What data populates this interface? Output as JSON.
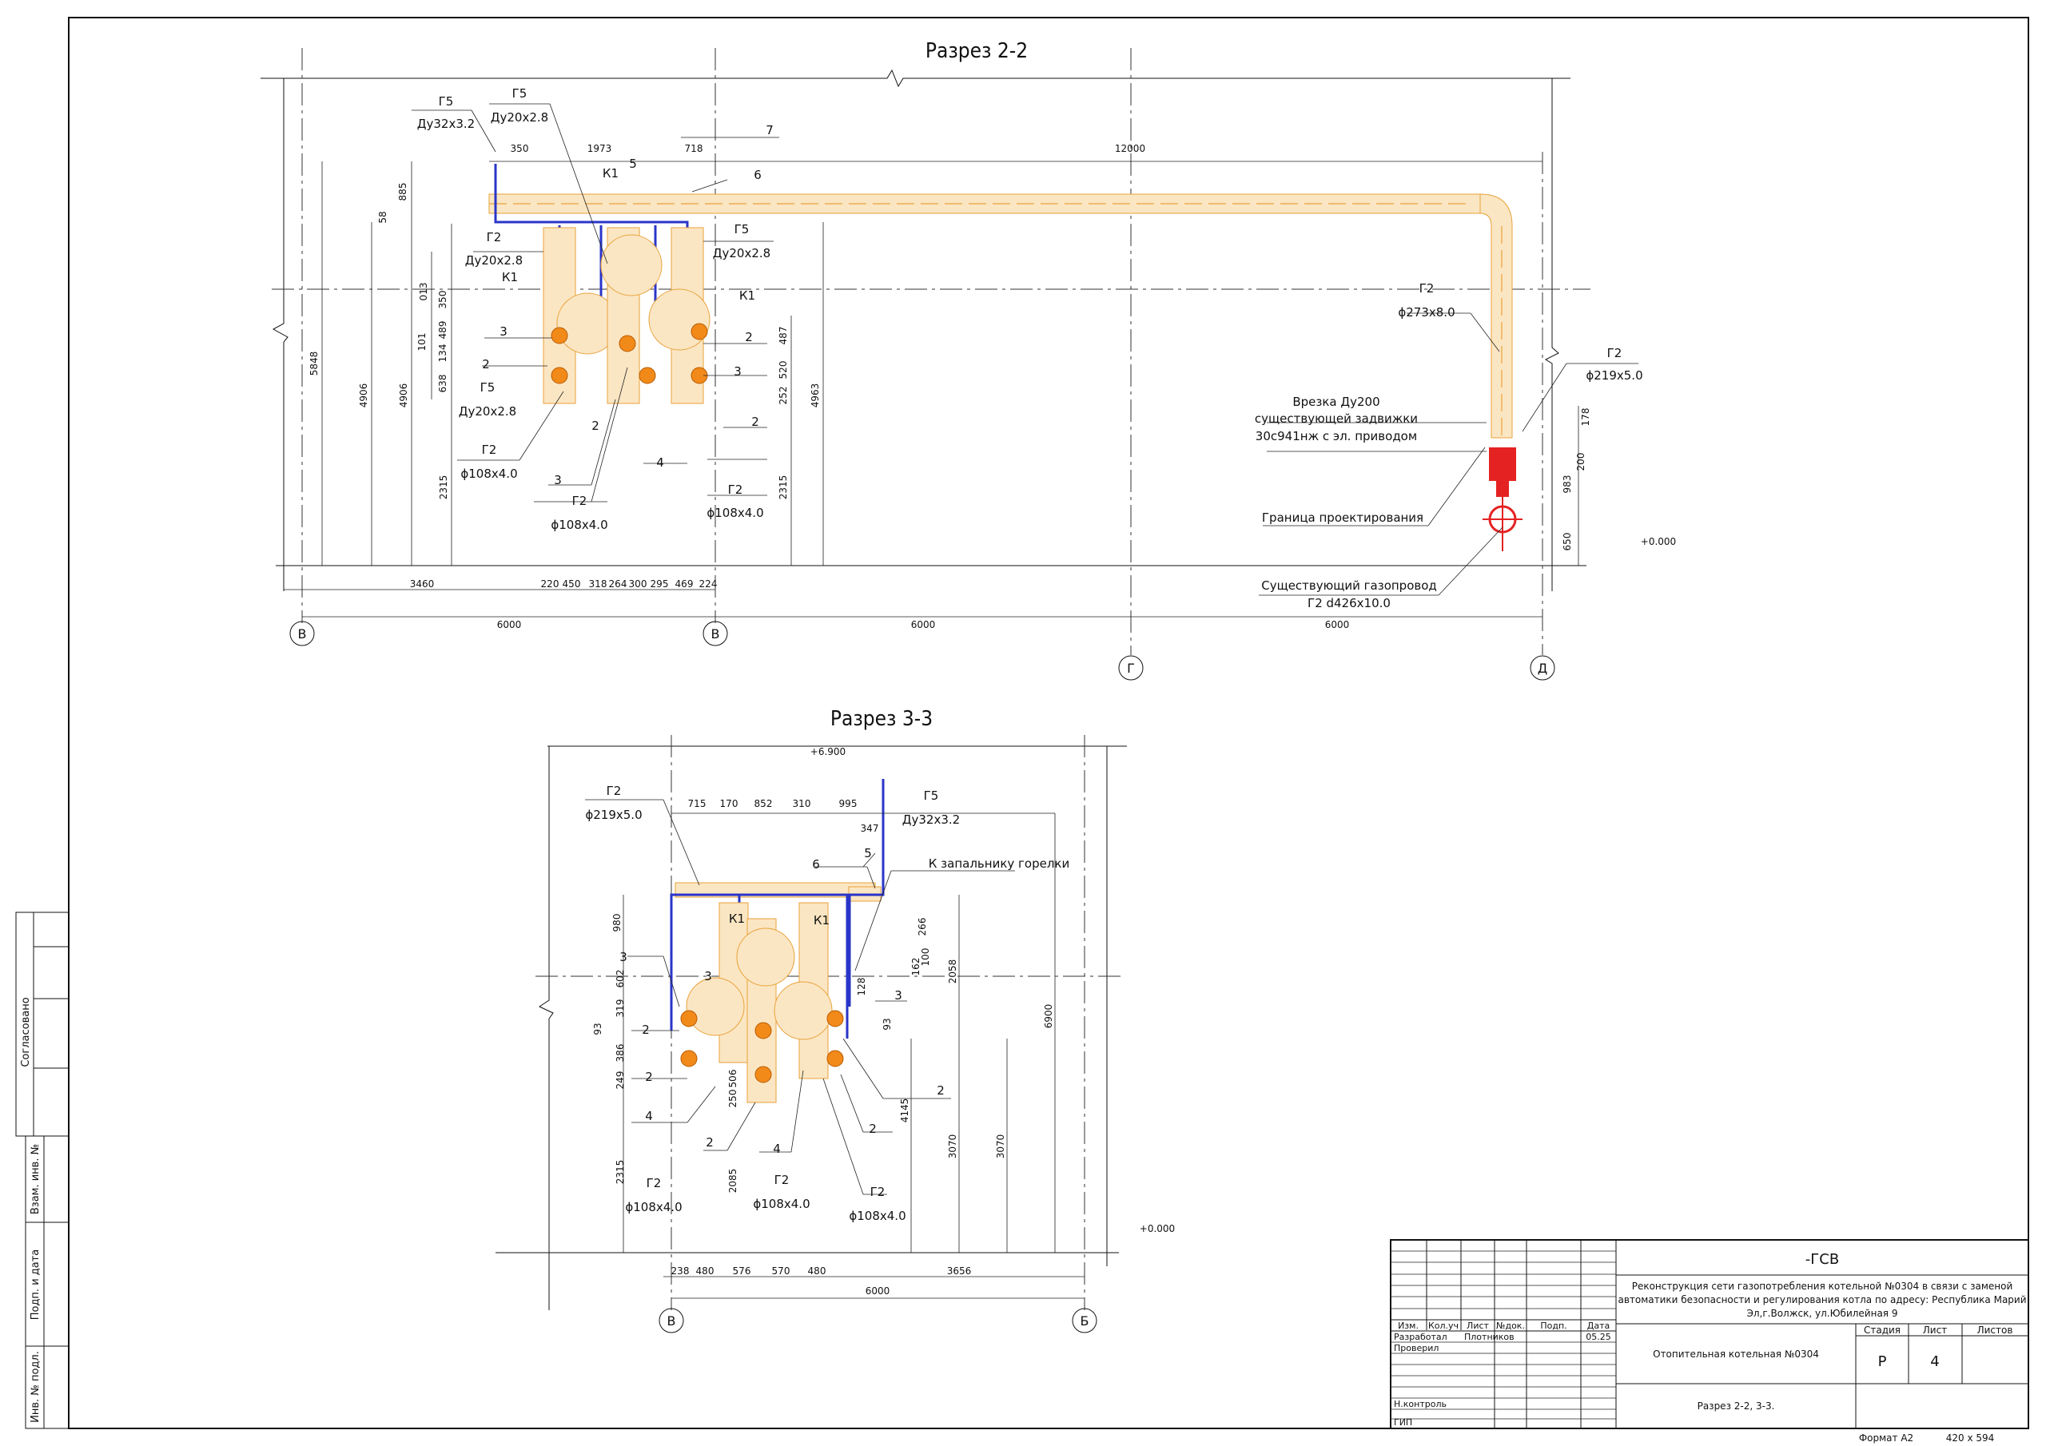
{
  "section_2": {
    "title": "Разрез 2-2",
    "labels": {
      "g5a": "Г5",
      "g5a_d": "Ду32х3.2",
      "g5b": "Г5",
      "g5b_d": "Ду20х2.8",
      "n7": "7",
      "n6": "6",
      "n5": "5",
      "k1a": "К1",
      "g5c": "Г5",
      "g5c_d": "Ду20х2.8",
      "g2a": "Г2",
      "g2a_d": "Ду20х2.8",
      "k1b": "К1",
      "k1c": "К1",
      "n3a": "3",
      "n2a": "2",
      "g5d": "Г5",
      "g5d_d": "Ду20х2.8",
      "g2b": "Г2",
      "g2b_d": "ϕ108х4.0",
      "n3b": "3",
      "n2b": "2",
      "n4": "4",
      "g2c": "Г2",
      "g2c_d": "ϕ108х4.0",
      "g2d": "Г2",
      "g2d_d": "ϕ108х4.0",
      "n2c": "2",
      "n3c": "3",
      "n2d": "2",
      "g2e": "Г2",
      "g2e_d": "ϕ273х8.0",
      "g2f": "Г2",
      "g2f_d": "ϕ219х5.0",
      "vrez1": "Врезка  Ду200",
      "vrez2": "существующей  задвижки",
      "vrez3": "30с941нж с эл. приводом",
      "granica": "Граница проектирования",
      "exist1": "Существующий газопровод",
      "exist2": "Г2 d426х10.0",
      "zero": "+0.000"
    },
    "dims": {
      "d350": "350",
      "d1973": "1973",
      "d718": "718",
      "d12000": "12000",
      "d885": "885",
      "d58": "58",
      "d5848": "5848",
      "d4906a": "4906",
      "d4906b": "4906",
      "d4963": "4963",
      "d2315a": "2315",
      "d2315b": "2315",
      "d3460": "3460",
      "d220": "220",
      "d450": "450",
      "d318": "318",
      "d264": "264",
      "d300": "300",
      "d295": "295",
      "d469": "469",
      "d224": "224",
      "d6000a": "6000",
      "d6000b": "6000",
      "d6000c": "6000",
      "d487": "487",
      "d520": "520",
      "d252": "252",
      "d178": "178",
      "d200": "200",
      "d983": "983",
      "d650": "650",
      "d350v": "350",
      "d489": "489",
      "d101": "101",
      "d134": "134",
      "d638": "638",
      "d013": "013"
    },
    "axes": {
      "a1": "В",
      "a2": "В",
      "a3": "Г",
      "a4": "Д"
    }
  },
  "section_3": {
    "title": "Разрез 3-3",
    "labels": {
      "g2a": "Г2",
      "g2a_d": "ϕ219х5.0",
      "g5": "Г5",
      "g5_d": "Ду32х3.2",
      "n6": "6",
      "n5": "5",
      "ignition": "К запальнику горелки",
      "k1a": "К1",
      "k1b": "К1",
      "n3a": "3",
      "n3b": "3",
      "n3c": "3",
      "n2a": "2",
      "n2b": "2",
      "n2c": "2",
      "n2d": "2",
      "n4a": "4",
      "n4b": "4",
      "g2b": "Г2",
      "g2b_d": "ϕ108х4.0",
      "g2c": "Г2",
      "g2c_d": "ϕ108х4.0",
      "g2d": "Г2",
      "g2d_d": "ϕ108х4.0",
      "top": "+6.900",
      "zero": "+0.000"
    },
    "dims": {
      "d715": "715",
      "d170": "170",
      "d852": "852",
      "d310": "310",
      "d995": "995",
      "d347": "347",
      "d980": "980",
      "d602": "602",
      "d319": "319",
      "d93a": "93",
      "d386": "386",
      "d249": "249",
      "d2315": "2315",
      "d6900": "6900",
      "d2058": "2058",
      "d4145": "4145",
      "d3070a": "3070",
      "d3070b": "3070",
      "d266": "266",
      "d100": "100",
      "d162": "162",
      "d128": "128",
      "d93b": "93",
      "d506": "506",
      "d250": "250",
      "d2085": "2085",
      "d238": "238",
      "d480a": "480",
      "d576": "576",
      "d570": "570",
      "d480b": "480",
      "d3656": "3656",
      "d6000": "6000"
    },
    "axes": {
      "a1": "В",
      "a2": "Б"
    }
  },
  "side_stamp": {
    "s1": "Согласовано",
    "s2": "Взам. инв. №",
    "s3": "Подп. и дата",
    "s4": "Инв. № подл."
  },
  "title_block": {
    "code": "-ГСВ",
    "project1": "Реконструкция сети газопотребления котельной №0304 в связи с заменой",
    "project2": "автоматики безопасности и регулирования котла по адресу: Республика Марий",
    "project3": "Эл,г.Волжск, ул.Юбилейная 9",
    "h_izm": "Изм.",
    "h_kol": "Кол.уч",
    "h_list": "Лист",
    "h_ndok": "№док.",
    "h_podp": "Подп.",
    "h_data": "Дата",
    "r_razrab": "Разработал",
    "r_razrab_name": "Плотников",
    "r_razrab_date": "05.25",
    "r_prov": "Проверил",
    "r_nkontr": "Н.контроль",
    "r_gip": "ГИП",
    "object": "Отопительная котельная №0304",
    "sheet_title": "Разрез 2-2, 3-3.",
    "h_stage": "Стадия",
    "h_sheet": "Лист",
    "h_sheets": "Листов",
    "stage": "Р",
    "sheet": "4",
    "format": "Формат А2",
    "size": "420 х 594"
  }
}
